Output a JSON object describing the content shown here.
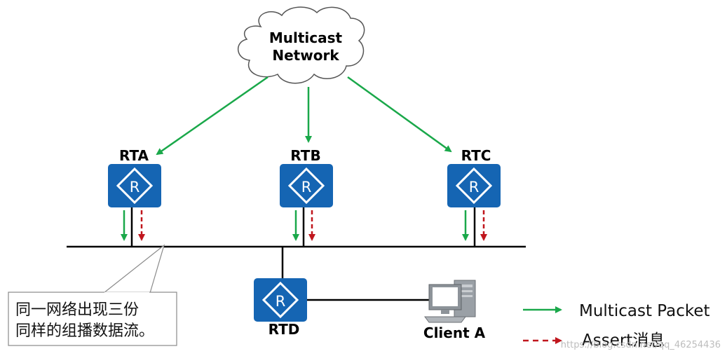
{
  "cloud": {
    "line1": "Multicast",
    "line2": "Network"
  },
  "routers": {
    "rta": {
      "label": "RTA",
      "glyph": "R"
    },
    "rtb": {
      "label": "RTB",
      "glyph": "R"
    },
    "rtc": {
      "label": "RTC",
      "glyph": "R"
    },
    "rtd": {
      "label": "RTD",
      "glyph": "R"
    }
  },
  "client": {
    "label": "Client A"
  },
  "callout": {
    "line1": "同一网络出现三份",
    "line2": "同样的组播数据流。"
  },
  "legend": {
    "multicast": "Multicast Packet",
    "assert": "Assert消息"
  },
  "watermark": "https://blog.csdn.net/qq_46254436",
  "colors": {
    "router_fill": "#1565b3",
    "multicast_arrow": "#1aa84a",
    "assert_arrow": "#c0161d",
    "line": "#000000"
  }
}
